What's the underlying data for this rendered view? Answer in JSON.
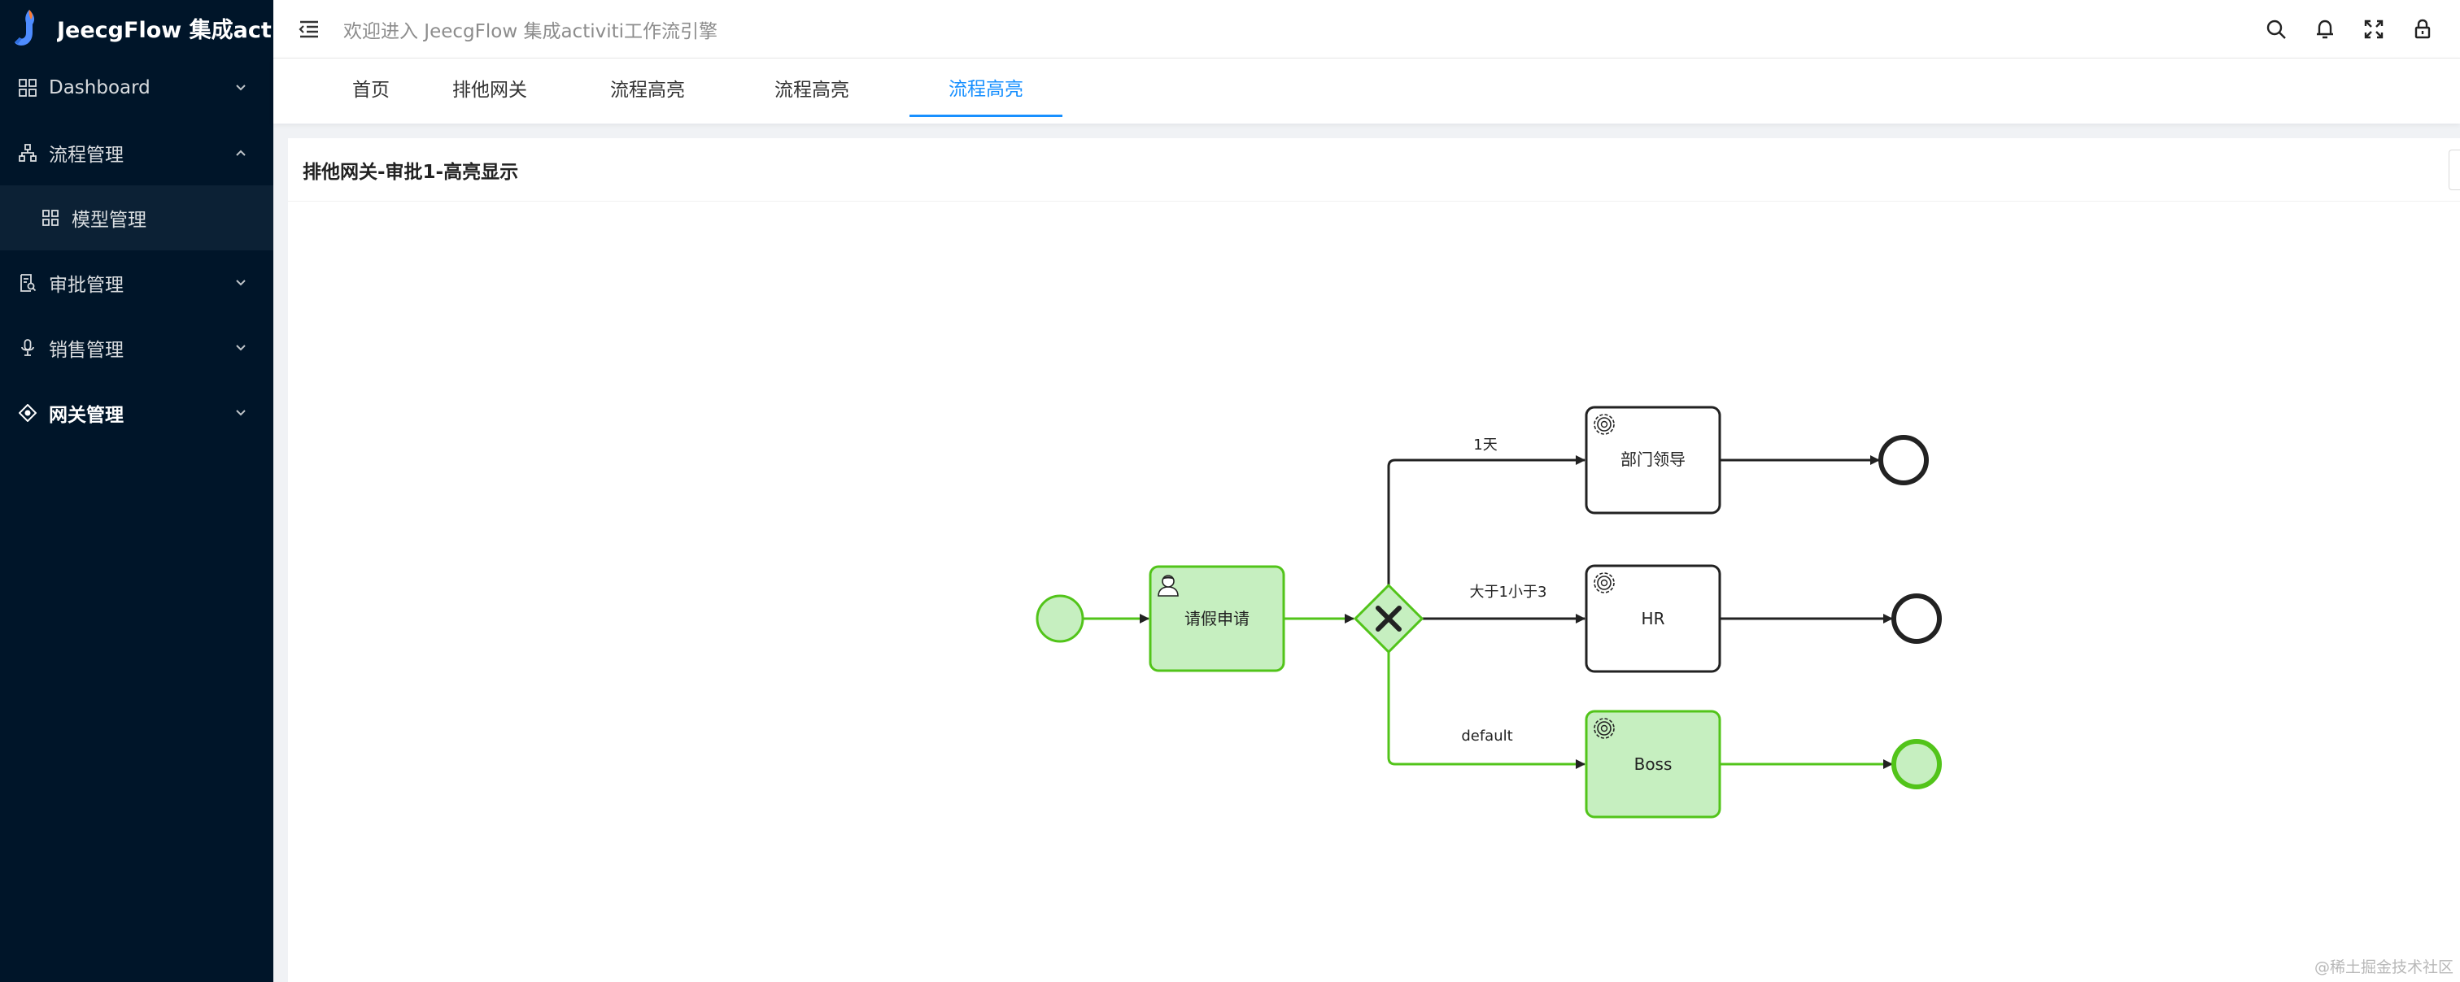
{
  "app": {
    "title": "JeecgFlow 集成act..."
  },
  "sidebar": {
    "items": [
      {
        "label": "Dashboard",
        "icon": "dashboard-icon",
        "expanded": false
      },
      {
        "label": "流程管理",
        "icon": "flow-icon",
        "expanded": true,
        "children": [
          {
            "label": "模型管理",
            "icon": "grid-icon"
          }
        ]
      },
      {
        "label": "审批管理",
        "icon": "audit-icon",
        "expanded": false
      },
      {
        "label": "销售管理",
        "icon": "microphone-icon",
        "expanded": false
      },
      {
        "label": "网关管理",
        "icon": "gateway-icon",
        "expanded": false
      }
    ]
  },
  "header": {
    "welcome": "欢迎进入 JeecgFlow 集成activiti工作流引擎"
  },
  "tabs": [
    {
      "label": "首页"
    },
    {
      "label": "排他网关"
    },
    {
      "label": "流程高亮"
    },
    {
      "label": "流程高亮"
    },
    {
      "label": "流程高亮",
      "active": true
    }
  ],
  "card": {
    "title": "排他网关-审批1-高亮显示"
  },
  "diagram": {
    "tasks": {
      "apply": "请假申请",
      "dept": "部门领导",
      "hr": "HR",
      "boss": "Boss"
    },
    "flows": {
      "one_day": "1天",
      "between": "大于1小于3",
      "default": "default"
    },
    "colors": {
      "highlight_fill": "#c6efc0",
      "highlight_stroke": "#52c41a",
      "normal_stroke": "#222222"
    }
  },
  "watermark": "@稀土掘金技术社区"
}
